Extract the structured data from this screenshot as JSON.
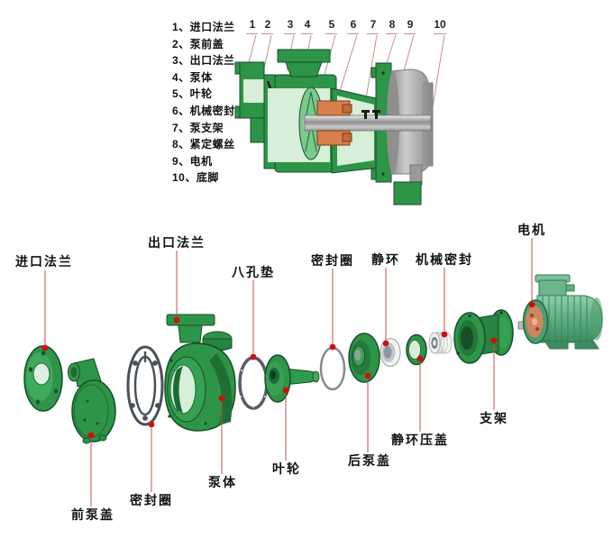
{
  "colors": {
    "pump_green": "#2e9447",
    "pump_green_dark": "#14502a",
    "pump_green_pale": "#d7eed9",
    "motor_body_green": "#5fae80",
    "motor_gray": "#a8a8a8",
    "seal_orange": "#d97f4e",
    "gasket_gray": "#4a505b",
    "callout_red": "#cc1111",
    "leader_red": "#c0504d",
    "leader_pink": "#c49090",
    "text_color": "#111111"
  },
  "legend": {
    "items": [
      "1、进口法兰",
      "2、泵前盖",
      "3、出口法兰",
      "4、泵体",
      "5、叶轮",
      "6、机械密封",
      "7、泵支架",
      "8、紧定螺丝",
      "9、电机",
      "10、底脚"
    ]
  },
  "section_numbers": [
    "1",
    "2",
    "3",
    "4",
    "5",
    "6",
    "7",
    "8",
    "9",
    "10"
  ],
  "exploded_labels": {
    "inlet_flange": "进口法兰",
    "outlet_flange": "出口法兰",
    "eight_hole_gasket": "八孔垫",
    "seal_ring_top": "密封圈",
    "static_ring": "静环",
    "mechanical_seal": "机械密封",
    "motor": "电机",
    "front_cover": "前泵盖",
    "seal_ring_bottom": "密封圈",
    "pump_body": "泵体",
    "impeller": "叶轮",
    "rear_cover": "后泵盖",
    "static_ring_gland": "静环压盖",
    "bracket": "支架"
  }
}
